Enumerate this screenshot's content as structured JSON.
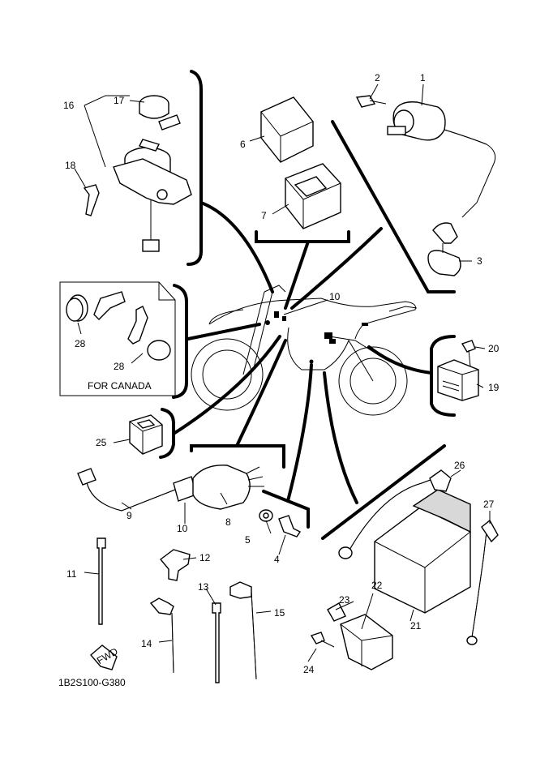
{
  "diagram": {
    "code": "1B2S100-G380",
    "canada_caption": "FOR CANADA",
    "fwd_label": "FWD",
    "callouts": {
      "c1": "1",
      "c2": "2",
      "c3": "3",
      "c4": "4",
      "c5": "5",
      "c6": "6",
      "c7": "7",
      "c8": "8",
      "c9": "9",
      "c10a": "10",
      "c10b": "10",
      "c11": "11",
      "c12": "12",
      "c13": "13",
      "c14": "14",
      "c15": "15",
      "c16": "16",
      "c17": "17",
      "c18": "18",
      "c19": "19",
      "c20": "20",
      "c21": "21",
      "c22": "22",
      "c23": "23",
      "c24": "24",
      "c25": "25",
      "c26": "26",
      "c27": "27",
      "c28a": "28",
      "c28b": "28"
    }
  }
}
